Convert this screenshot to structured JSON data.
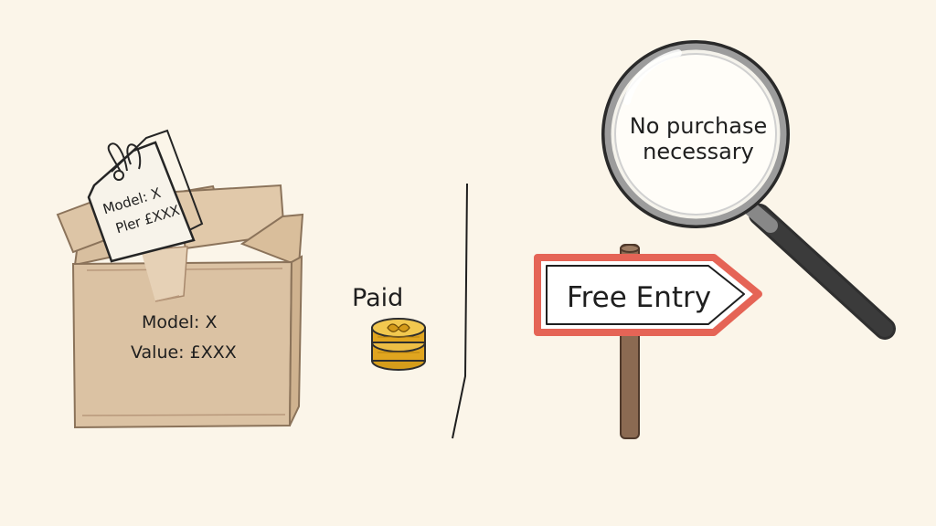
{
  "scene": {
    "box": {
      "label_model": "Model: X",
      "label_value": "Value: £XXX"
    },
    "tag": {
      "line1": "Model: X",
      "line2": "Pler £XXX"
    },
    "center": {
      "paid_label": "Paid"
    },
    "sign": {
      "label": "Free Entry"
    },
    "magnifier": {
      "text": "No purchase necessary"
    }
  },
  "icons": {
    "box": "cardboard-box-icon",
    "tag": "price-tag-icon",
    "coins": "coin-stack-icon",
    "divider": "divider-line",
    "sign": "arrow-sign-icon",
    "magnifier": "magnifying-glass-icon"
  },
  "colors": {
    "background": "#fbf5e9",
    "box": "#dcc3a1",
    "coin": "#e0a51f",
    "sign_border": "#e56456",
    "sign_post": "#8b6a52",
    "magnifier_handle": "#2f2f2f"
  }
}
